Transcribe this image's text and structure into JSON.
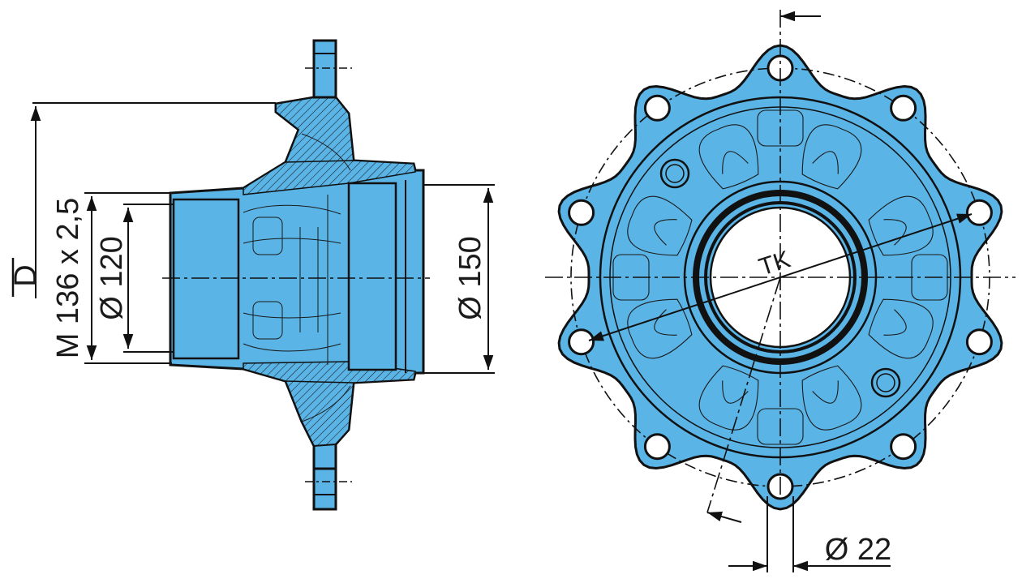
{
  "labels": {
    "d": "D",
    "thread": "M 136 x 2,5",
    "bore": "Ø 120",
    "outer": "Ø 150",
    "pitch_circle": "TK",
    "bolt_hole": "Ø 22"
  },
  "colors": {
    "part_fill": "#5ab4e6",
    "outline": "#111111",
    "background": "#ffffff"
  },
  "front_view": {
    "bolt_hole_count": 10
  }
}
